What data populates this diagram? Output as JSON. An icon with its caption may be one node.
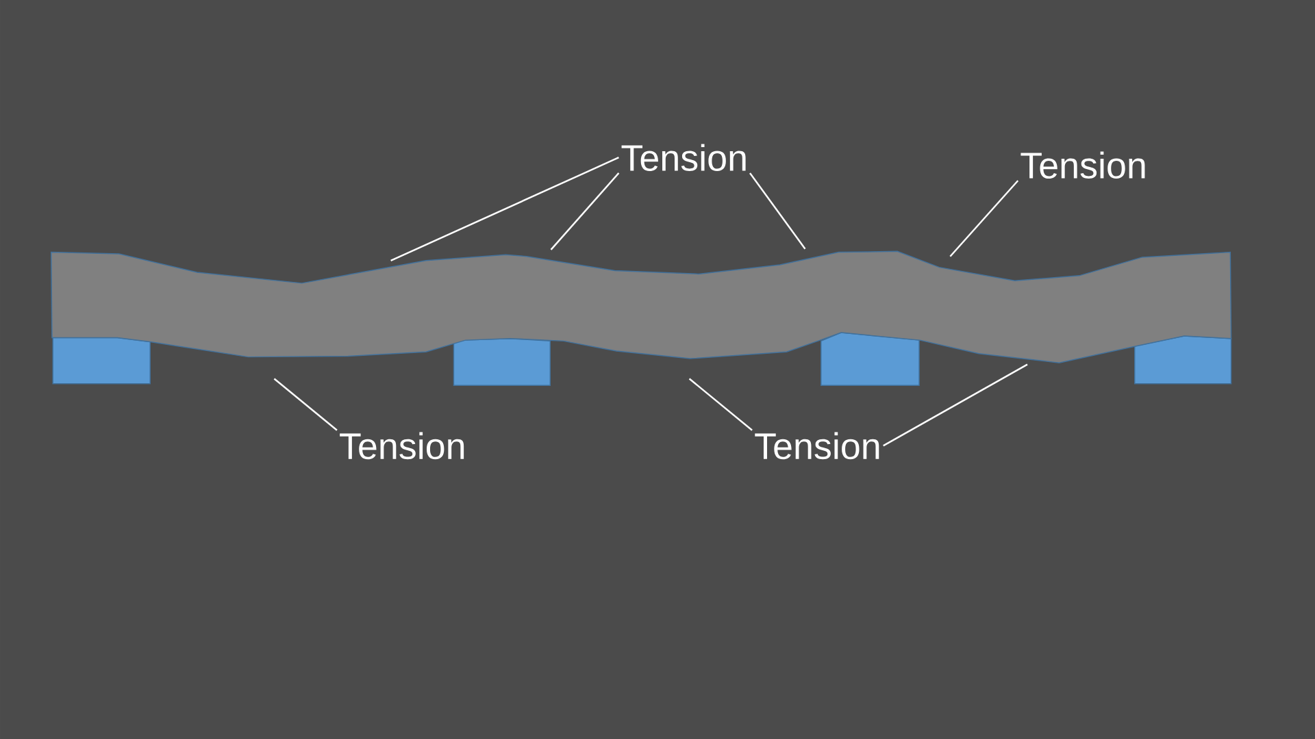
{
  "diagram": {
    "nodes": [
      {
        "text": [
          "Tension"
        ]
      },
      {
        "text": [
          "Tension"
        ]
      },
      {
        "text": [
          "Tension"
        ]
      },
      {
        "text": [
          "Tension"
        ]
      },
      {
        "text": [],
        "shape": "band"
      }
    ],
    "edges": [
      {
        "from": 0,
        "to": 4,
        "arrow": "none"
      },
      {
        "from": 0,
        "to": 4,
        "arrow": "none"
      },
      {
        "from": 0,
        "to": 4,
        "arrow": "none"
      },
      {
        "from": 1,
        "to": 4,
        "arrow": "none"
      },
      {
        "from": 2,
        "to": 4,
        "arrow": "none"
      },
      {
        "from": 3,
        "to": 4,
        "arrow": "none"
      },
      {
        "from": 3,
        "to": 4,
        "arrow": "none"
      }
    ]
  }
}
